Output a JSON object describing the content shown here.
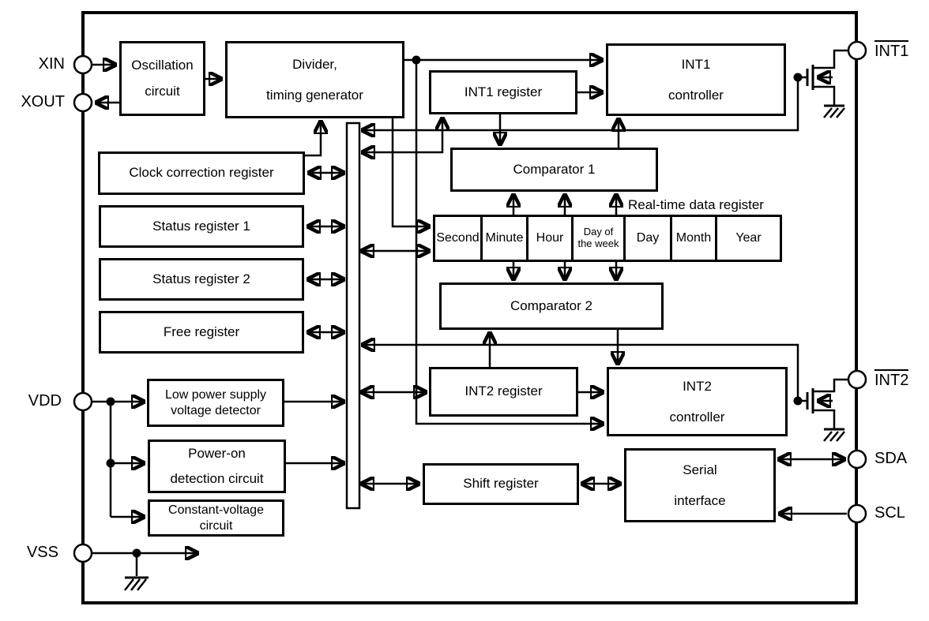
{
  "diagram": {
    "kind": "Real-time clock IC block diagram",
    "colors": {
      "line": "#000000",
      "background": "#ffffff",
      "text": "#000000"
    }
  },
  "pins": {
    "xin": {
      "label": "XIN"
    },
    "xout": {
      "label": "XOUT"
    },
    "vdd": {
      "label": "VDD"
    },
    "vss": {
      "label": "VSS"
    },
    "int1": {
      "label": "INT1",
      "overline": true
    },
    "int2": {
      "label": "INT2",
      "overline": true
    },
    "sda": {
      "label": "SDA"
    },
    "scl": {
      "label": "SCL"
    }
  },
  "blocks": {
    "oscillation": {
      "label": "Oscillation\ncircuit"
    },
    "divider": {
      "label": "Divider,\ntiming generator"
    },
    "clock_correction": {
      "label": "Clock correction register"
    },
    "status1": {
      "label": "Status register 1"
    },
    "status2": {
      "label": "Status register 2"
    },
    "free": {
      "label": "Free register"
    },
    "low_power": {
      "label": "Low power supply\nvoltage detector"
    },
    "power_on": {
      "label": "Power-on\ndetection circuit"
    },
    "constant_voltage": {
      "label": "Constant-voltage\ncircuit"
    },
    "int1_register": {
      "label": "INT1 register"
    },
    "int1_controller": {
      "label": "INT1\ncontroller"
    },
    "comparator1": {
      "label": "Comparator 1"
    },
    "comparator2": {
      "label": "Comparator 2"
    },
    "int2_register": {
      "label": "INT2 register"
    },
    "int2_controller": {
      "label": "INT2\ncontroller"
    },
    "shift_register": {
      "label": "Shift register"
    },
    "serial_interface": {
      "label": "Serial\ninterface"
    }
  },
  "register": {
    "title": "Real-time data register",
    "cells": [
      "Second",
      "Minute",
      "Hour",
      "Day of\nthe week",
      "Day",
      "Month",
      "Year"
    ]
  }
}
